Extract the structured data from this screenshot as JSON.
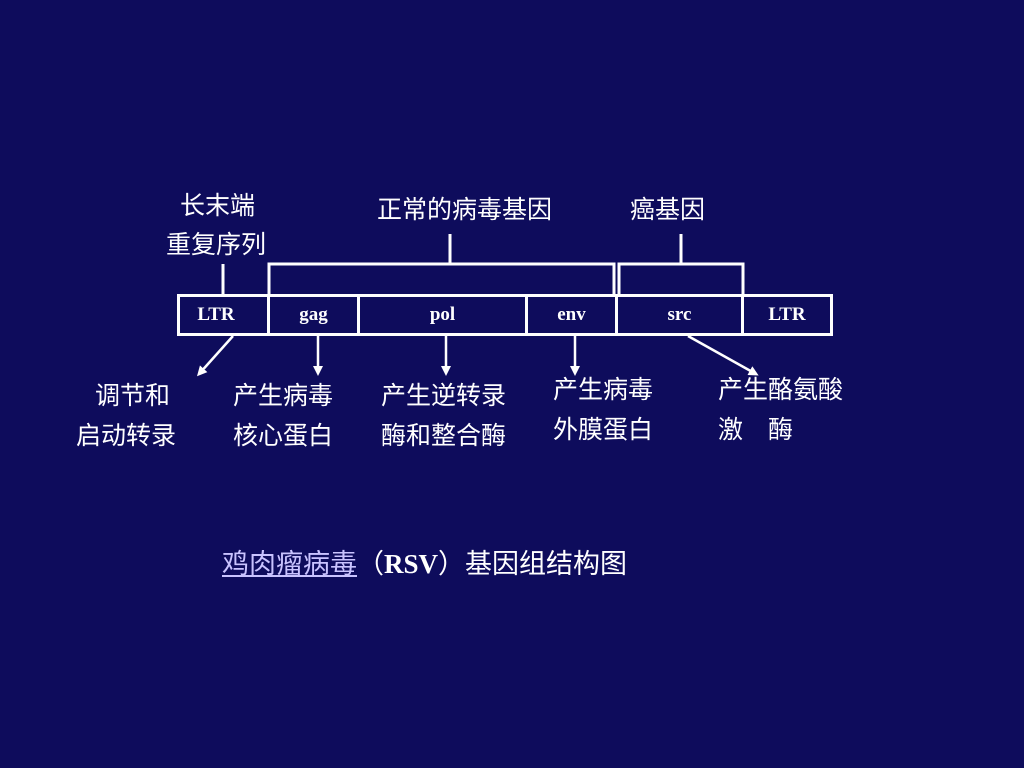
{
  "labels": {
    "ltr_top": [
      "长末端",
      "重复序列"
    ],
    "normal_genes": "正常的病毒基因",
    "oncogene": "癌基因",
    "ltr_function": [
      "调节和",
      "启动转录"
    ],
    "gag_function": [
      "产生病毒",
      "核心蛋白"
    ],
    "pol_function": [
      "产生逆转录",
      "酶和整合酶"
    ],
    "env_function": [
      "产生病毒",
      "外膜蛋白"
    ],
    "src_function": [
      "产生酪氨酸",
      "激　酶"
    ]
  },
  "genome_segments": [
    "LTR",
    "gag",
    "pol",
    "env",
    "src",
    "LTR"
  ],
  "caption": {
    "link_text": "鸡肉瘤病毒",
    "open_paren": "（",
    "abbrev": "RSV",
    "close_rest": "）基因组结构图"
  },
  "colors": {
    "background": "#0e0c5c",
    "foreground": "#ffffff",
    "link": "#c9c3ff"
  }
}
